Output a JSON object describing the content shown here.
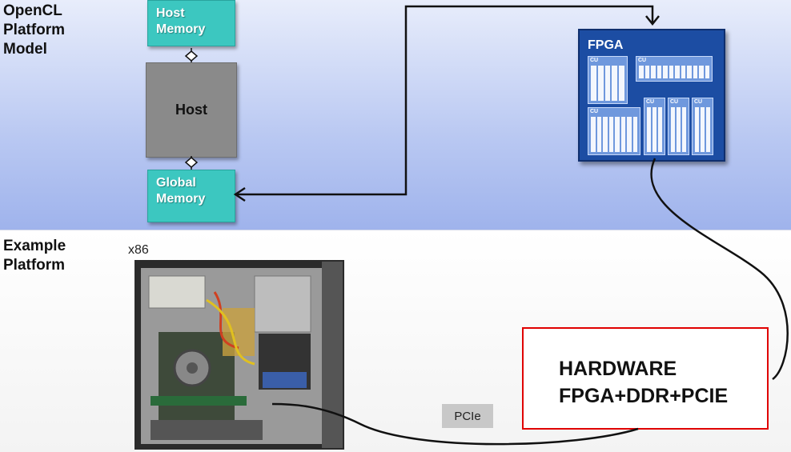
{
  "sections": {
    "platform_model_title": "OpenCL\nPlatform\nModel",
    "example_platform_title": "Example\nPlatform"
  },
  "model": {
    "host_memory": "Host\nMemory",
    "host": "Host",
    "global_memory": "Global\nMemory",
    "fpga": "FPGA",
    "cu_label": "CU"
  },
  "example": {
    "x86_label": "x86",
    "pcie_label": "PCIe",
    "hardware_line1": "HARDWARE",
    "hardware_line2": "FPGA+DDR+PCIE"
  },
  "colors": {
    "memory_box": "#3cc7c0",
    "host_box": "#8a8a8a",
    "fpga_chip": "#1c4da3",
    "highlight_border": "#e00000"
  }
}
